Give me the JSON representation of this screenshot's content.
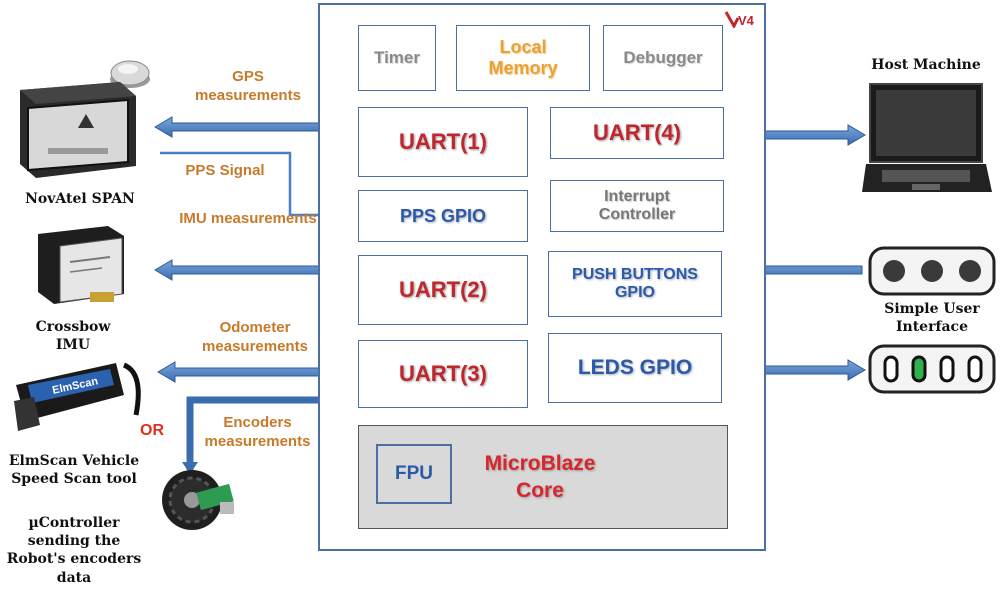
{
  "fpga": {
    "timer": "Timer",
    "local_memory": "Local Memory",
    "debugger": "Debugger",
    "uart1": "UART(1)",
    "uart2": "UART(2)",
    "uart3": "UART(3)",
    "uart4": "UART(4)",
    "pps_gpio": "PPS GPIO",
    "interrupt_controller": "Interrupt Controller",
    "push_buttons_gpio": "PUSH BUTTONS GPIO",
    "leds_gpio": "LEDS GPIO",
    "fpu": "FPU",
    "core": "MicroBlaze Core",
    "logo": "V4"
  },
  "edges": {
    "gps": "GPS measurements",
    "pps": "PPS Signal",
    "imu": "IMU measurements",
    "odometer": "Odometer measurements",
    "encoders": "Encoders measurements"
  },
  "devices": {
    "novatel": "NovAtel SPAN",
    "crossbow": "Crossbow IMU",
    "elmscan": "ElmScan Vehicle Speed Scan tool",
    "or": "OR",
    "controller": "µController sending the Robot's encoders data",
    "host": "Host Machine",
    "ui": "Simple User Interface"
  },
  "colors": {
    "arrow": "#4a7fc4",
    "box_border": "#4a6fa0",
    "uart_text": "#c0262c",
    "gpio_text": "#2b5aa8",
    "edge_label": "#c67a2a",
    "core_bg": "#d9d9d9",
    "led_green": "#2db34a"
  }
}
